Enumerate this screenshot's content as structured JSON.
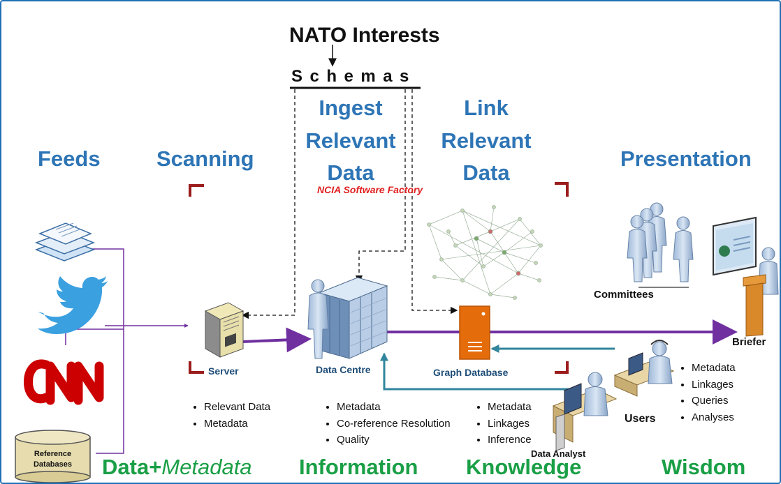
{
  "top": {
    "nato": "NATO Interests",
    "schemas": "Schemas"
  },
  "headings": {
    "feeds": "Feeds",
    "scanning": "Scanning",
    "ingest": [
      "Ingest",
      "Relevant",
      "Data"
    ],
    "link": [
      "Link",
      "Relevant",
      "Data"
    ],
    "presentation": "Presentation"
  },
  "factory": "NCIA Software Factory",
  "nodes": {
    "server": "Server",
    "data_centre": "Data Centre",
    "graph_db": "Graph Database",
    "committees": "Committees",
    "briefer": "Briefer",
    "users": "Users",
    "data_analyst": "Data Analyst",
    "reference_db": [
      "Reference",
      "Databases"
    ],
    "cnn": "CNN"
  },
  "bullets": {
    "server": [
      "Relevant Data",
      "Metadata"
    ],
    "data_centre": [
      "Metadata",
      "Co-reference Resolution",
      "Quality"
    ],
    "graph": [
      "Metadata",
      "Linkages",
      "Inference"
    ],
    "users": [
      "Metadata",
      "Linkages",
      "Queries",
      "Analyses"
    ]
  },
  "bottom": {
    "data": "Data+",
    "metadata": "Metadata",
    "information": "Information",
    "knowledge": "Knowledge",
    "wisdom": "Wisdom"
  },
  "colors": {
    "frame": "#1f6fb5",
    "heading_blue": "#2e75b6",
    "bottom_green": "#1a9f46",
    "flow_purple": "#7030a0",
    "feedback_teal": "#31859c",
    "bracket_red": "#9b1c1c",
    "factory_red": "#e02020",
    "cnn_red": "#cc0000",
    "twitter_blue": "#3aa0e0",
    "graph_db_orange": "#e46c0a"
  },
  "icons": [
    "document-stack-icon",
    "twitter-bird-icon",
    "cnn-logo",
    "database-cylinder-icon",
    "server-icon",
    "data-centre-icon",
    "network-graph-icon",
    "database-icon",
    "people-group-icon",
    "presenter-icon",
    "user-workstation-icon",
    "analyst-workstation-icon"
  ]
}
